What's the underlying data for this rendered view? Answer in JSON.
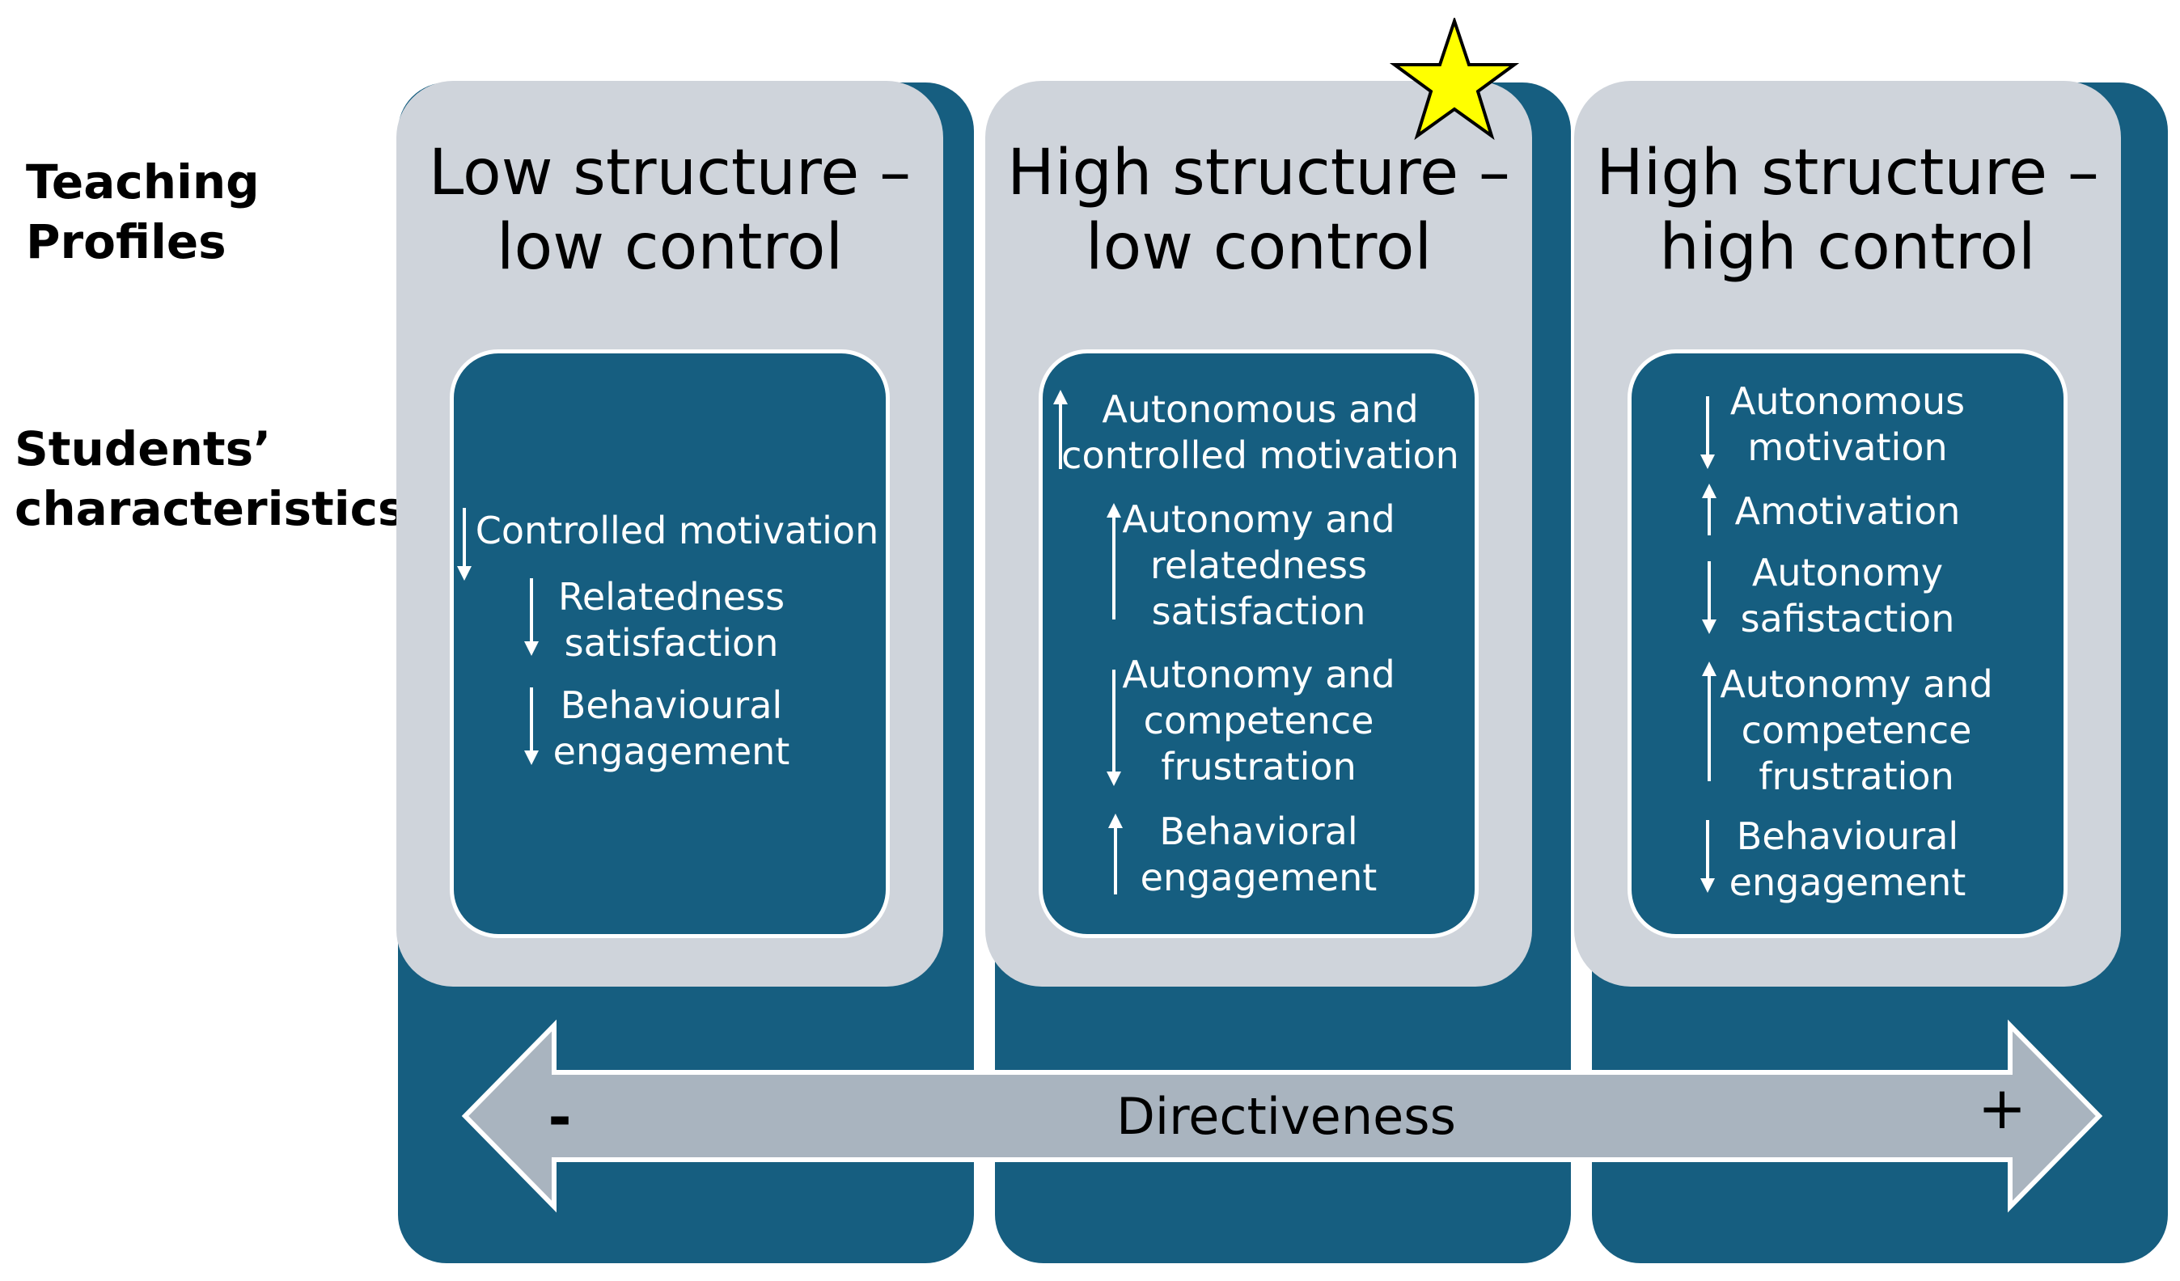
{
  "labels": {
    "teaching_profiles": [
      "Teaching",
      "Profiles"
    ],
    "students_characteristics": [
      "Students’",
      "characteristics"
    ]
  },
  "profiles": [
    {
      "title": [
        "Low structure –",
        "low control"
      ],
      "featured": false,
      "items": [
        {
          "lines": [
            "Controlled motivation"
          ],
          "direction": "down"
        },
        {
          "lines": [
            "Relatedness",
            "satisfaction"
          ],
          "direction": "down"
        },
        {
          "lines": [
            "Behavioural",
            "engagement"
          ],
          "direction": "down"
        }
      ]
    },
    {
      "title": [
        "High structure –",
        "low control"
      ],
      "featured": true,
      "items": [
        {
          "lines": [
            "Autonomous and",
            "controlled motivation"
          ],
          "direction": "up"
        },
        {
          "lines": [
            "Autonomy and",
            "relatedness",
            "satisfaction"
          ],
          "direction": "up"
        },
        {
          "lines": [
            "Autonomy and",
            "competence",
            "frustration"
          ],
          "direction": "down"
        },
        {
          "lines": [
            "Behavioral",
            "engagement"
          ],
          "direction": "up"
        }
      ]
    },
    {
      "title": [
        "High structure –",
        "high control"
      ],
      "featured": false,
      "items": [
        {
          "lines": [
            "Autonomous",
            "motivation"
          ],
          "direction": "down"
        },
        {
          "lines": [
            "Amotivation"
          ],
          "direction": "up"
        },
        {
          "lines": [
            "Autonomy",
            "safistaction"
          ],
          "direction": "down"
        },
        {
          "lines": [
            "Autonomy and",
            "competence",
            "frustration"
          ],
          "direction": "up"
        },
        {
          "lines": [
            "Behavioural",
            "engagement"
          ],
          "direction": "down"
        }
      ]
    }
  ],
  "axis": {
    "label": "Directiveness",
    "minus": "-",
    "plus": "+"
  },
  "colors": {
    "dark_blue": "#165e80",
    "light_gray": "#cfd4db",
    "arrow_gray": "#a9b4bf",
    "star_yellow": "#ffff00"
  },
  "icons": {
    "featured_marker": "star-icon",
    "increase": "arrow-up-icon",
    "decrease": "arrow-down-icon"
  }
}
